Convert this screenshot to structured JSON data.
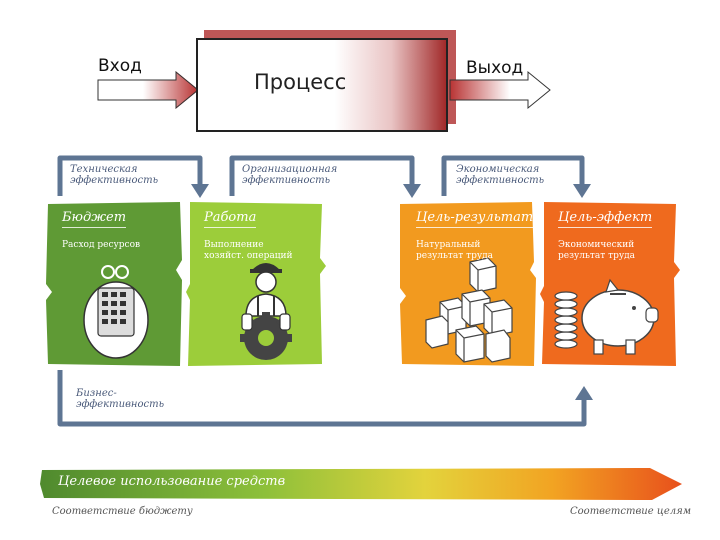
{
  "top": {
    "input_label": "Вход",
    "process_label": "Процесс",
    "output_label": "Выход"
  },
  "efficiency": {
    "technical": "Техническая эффективность",
    "organizational": "Организационная эффективность",
    "economic": "Экономическая эффективность",
    "business": "Бизнес-эффективность"
  },
  "cards": [
    {
      "title": "Бюджет",
      "subtitle": "Расход ресурсов",
      "color": "#5f9a35",
      "icon": "purse-calculator-icon"
    },
    {
      "title": "Работа",
      "subtitle": "Выполнение хозяйст. операций",
      "color": "#9ccd3a",
      "icon": "worker-gear-icon"
    },
    {
      "title": "Цель-результат",
      "subtitle": "Натуральный результат труда",
      "color": "#f29a1f",
      "icon": "boxes-icon"
    },
    {
      "title": "Цель-эффект",
      "subtitle": "Экономический результат труда",
      "color": "#ef6a1e",
      "icon": "piggy-bank-icon"
    }
  ],
  "bottom": {
    "bar_label": "Целевое использование средств",
    "left_label": "Соответствие бюджету",
    "right_label": "Соответствие целям"
  }
}
